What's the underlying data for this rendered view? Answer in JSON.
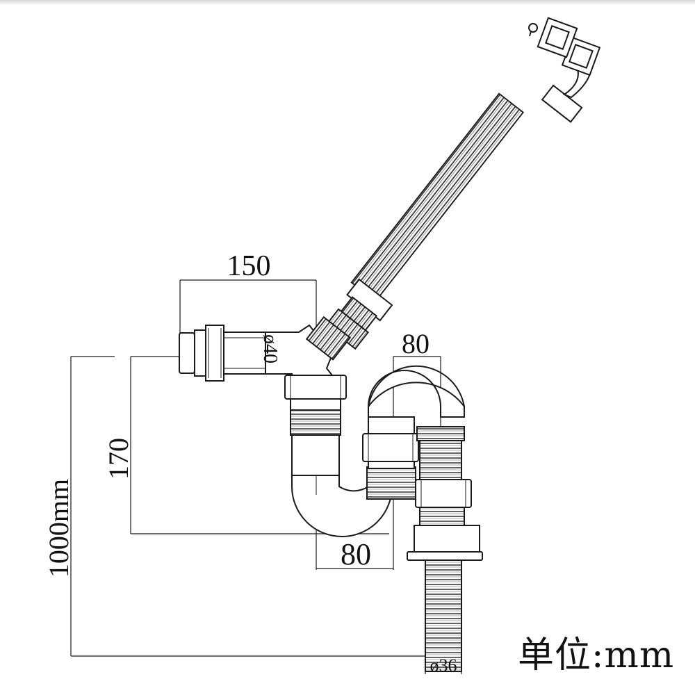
{
  "dimensions": {
    "width_top": "150",
    "diameter_inlet": "ø40",
    "spacing_right": "80",
    "height_trap": "170",
    "spacing_bottom": "80",
    "total_length": "1000mm",
    "diameter_outlet": "ø36"
  },
  "unit_label": "单位:mm",
  "colors": {
    "line": "#1a1a1a",
    "background": "#ffffff",
    "hose_fill": "#ffffff"
  }
}
